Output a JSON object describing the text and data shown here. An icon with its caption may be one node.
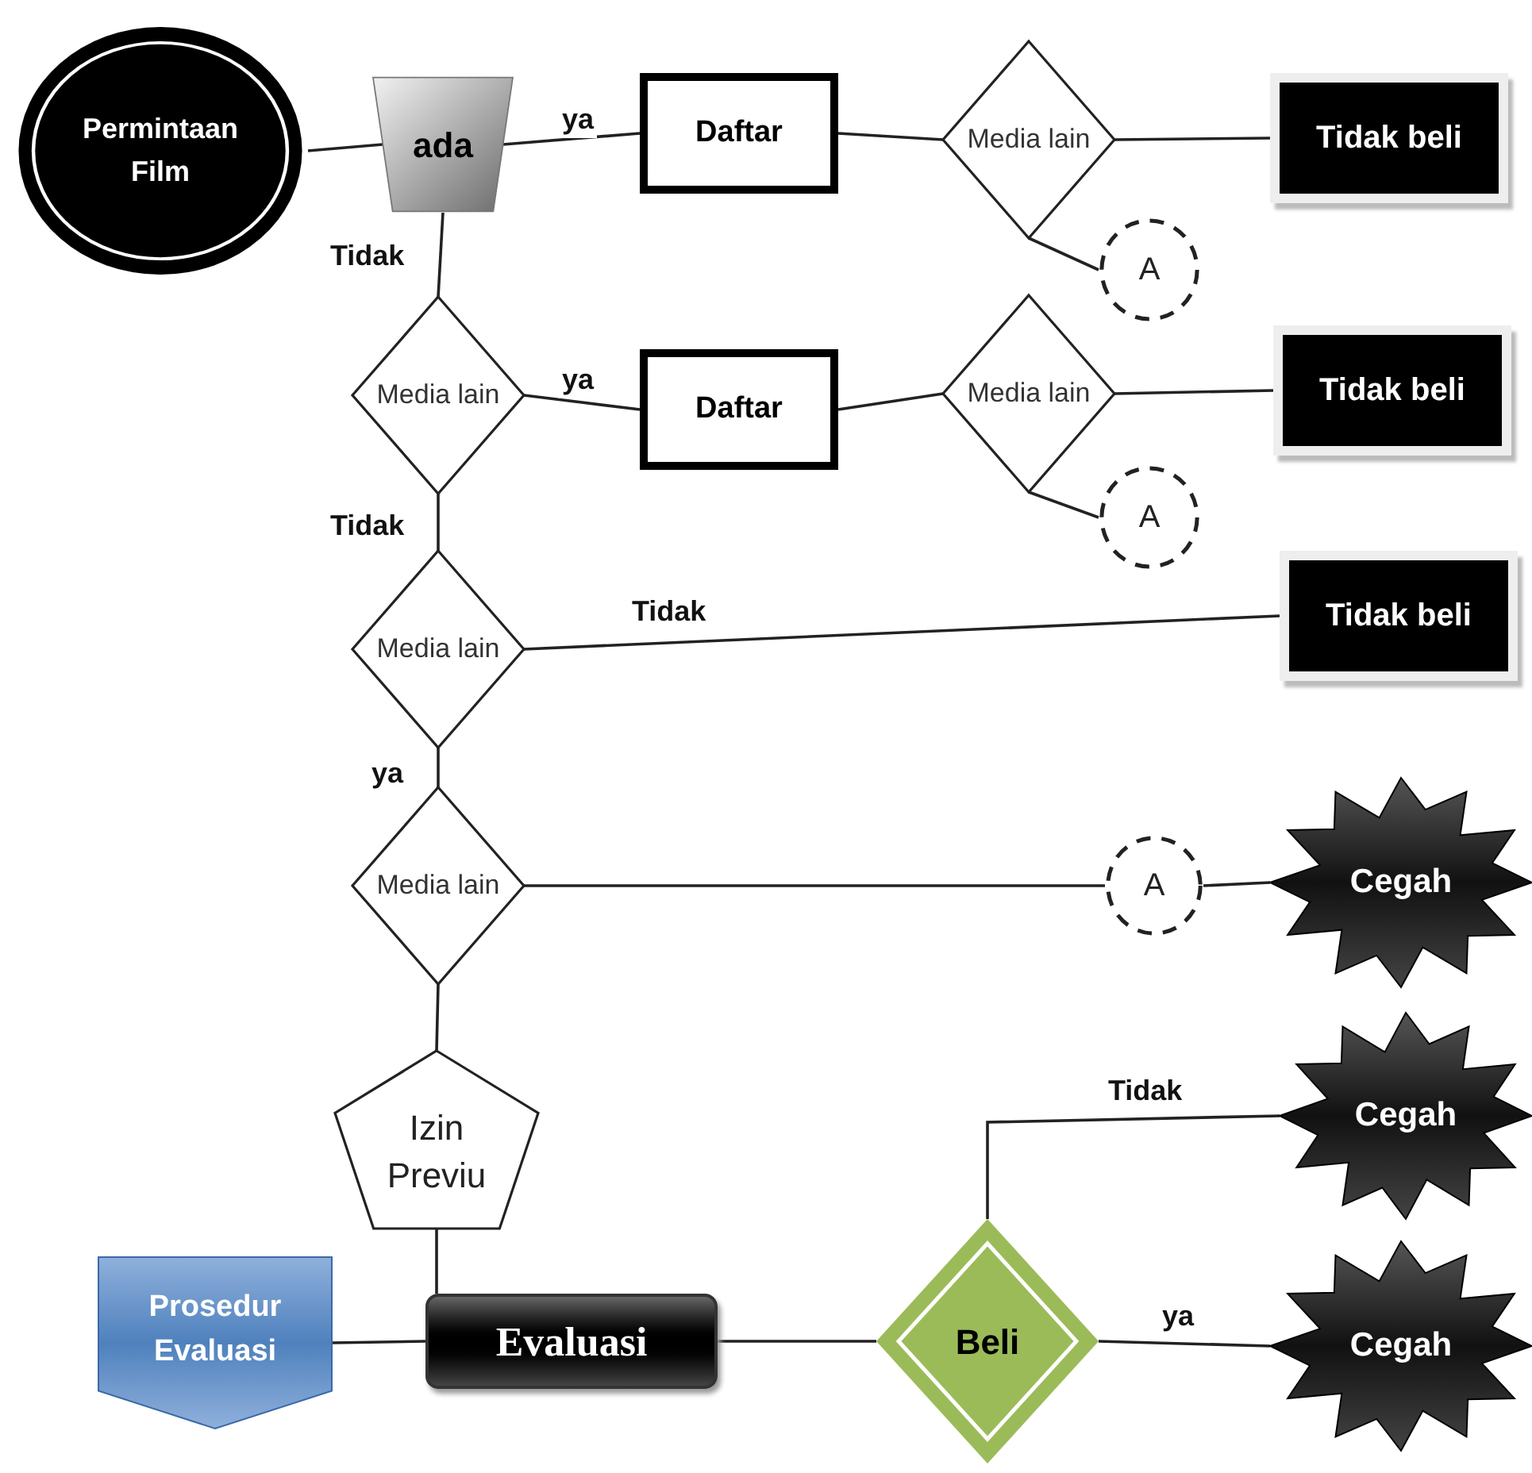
{
  "diagram": {
    "nodes": [
      {
        "text": [
          "Permintaan Film"
        ]
      },
      {
        "text": [
          "ada"
        ]
      },
      {
        "text": [
          "Daftar"
        ]
      },
      {
        "text": [
          "Media lain"
        ]
      },
      {
        "text": [
          "Tidak beli"
        ]
      },
      {
        "text": [
          "A"
        ]
      },
      {
        "text": [
          "Media lain"
        ]
      },
      {
        "text": [
          "Daftar"
        ]
      },
      {
        "text": [
          "Media lain"
        ]
      },
      {
        "text": [
          "Tidak beli"
        ]
      },
      {
        "text": [
          "A"
        ]
      },
      {
        "text": [
          "Media lain"
        ]
      },
      {
        "text": [
          "Tidak beli"
        ]
      },
      {
        "text": [
          "Media lain"
        ]
      },
      {
        "text": [
          "A"
        ]
      },
      {
        "text": [
          "Cegah"
        ]
      },
      {
        "text": [
          "Izin Previu"
        ]
      },
      {
        "text": [
          "Cegah"
        ]
      },
      {
        "text": [
          "Prosedur Evaluasi"
        ]
      },
      {
        "text": [
          "Evaluasi"
        ]
      },
      {
        "text": [
          "Beli"
        ]
      },
      {
        "text": [
          "Cegah"
        ]
      }
    ],
    "edges": [
      {
        "from": 0,
        "to": 1,
        "arrow": "none"
      },
      {
        "from": 1,
        "to": 2,
        "arrow": "none",
        "label": "ya"
      },
      {
        "from": 2,
        "to": 3,
        "arrow": "none"
      },
      {
        "from": 3,
        "to": 4,
        "arrow": "none"
      },
      {
        "from": 3,
        "to": 5,
        "arrow": "none"
      },
      {
        "from": 1,
        "to": 6,
        "arrow": "none",
        "label": "Tidak"
      },
      {
        "from": 6,
        "to": 7,
        "arrow": "none",
        "label": "ya"
      },
      {
        "from": 7,
        "to": 8,
        "arrow": "none"
      },
      {
        "from": 8,
        "to": 9,
        "arrow": "none"
      },
      {
        "from": 8,
        "to": 10,
        "arrow": "none"
      },
      {
        "from": 6,
        "to": 11,
        "arrow": "none",
        "label": "Tidak"
      },
      {
        "from": 11,
        "to": 12,
        "arrow": "none",
        "label": "Tidak"
      },
      {
        "from": 11,
        "to": 13,
        "arrow": "none",
        "label": "ya"
      },
      {
        "from": 13,
        "to": 14,
        "arrow": "none"
      },
      {
        "from": 14,
        "to": 15,
        "arrow": "none"
      },
      {
        "from": 13,
        "to": 16,
        "arrow": "none"
      },
      {
        "from": 16,
        "to": 19,
        "arrow": "none"
      },
      {
        "from": 18,
        "to": 19,
        "arrow": "none"
      },
      {
        "from": 19,
        "to": 20,
        "arrow": "none"
      },
      {
        "from": 20,
        "to": 17,
        "arrow": "none",
        "label": "Tidak"
      },
      {
        "from": 20,
        "to": 21,
        "arrow": "none",
        "label": "ya"
      }
    ]
  }
}
